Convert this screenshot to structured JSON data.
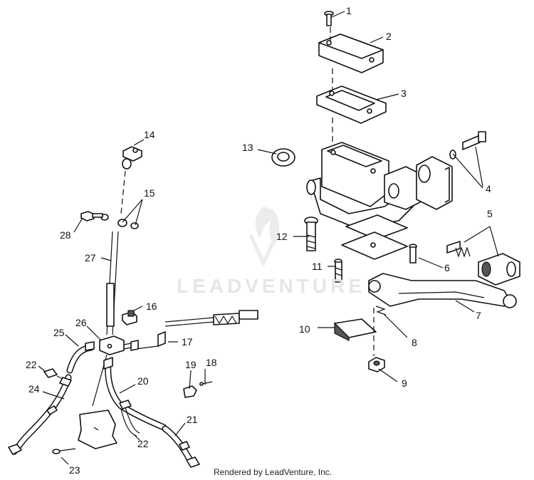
{
  "diagram": {
    "callouts": [
      "1",
      "2",
      "3",
      "4",
      "5",
      "6",
      "7",
      "8",
      "9",
      "10",
      "11",
      "12",
      "13",
      "14",
      "15",
      "16",
      "17",
      "18",
      "19",
      "20",
      "21",
      "22",
      "22",
      "23",
      "24",
      "25",
      "26",
      "27",
      "28"
    ]
  },
  "watermark": {
    "text": "LEADVENTURE"
  },
  "footer": {
    "credit": "Rendered by LeadVenture, Inc."
  },
  "colors": {
    "line": "#111111",
    "shade": "#bdbdbd",
    "watermark": "#e6e6e6"
  }
}
